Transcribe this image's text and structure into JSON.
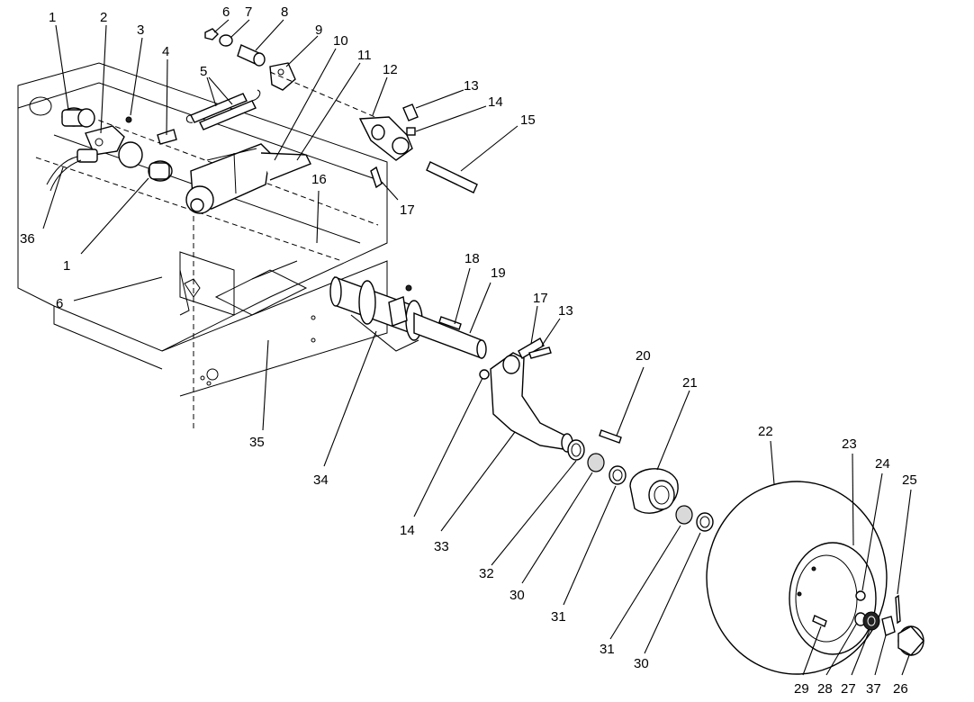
{
  "callouts": [
    "1",
    "2",
    "3",
    "4",
    "5",
    "6",
    "7",
    "8",
    "9",
    "10",
    "11",
    "12",
    "13",
    "14",
    "15",
    "16",
    "17",
    "1",
    "36",
    "6",
    "18",
    "19",
    "17",
    "13",
    "35",
    "34",
    "14",
    "33",
    "20",
    "21",
    "32",
    "30",
    "22",
    "23",
    "24",
    "25",
    "31",
    "31",
    "30",
    "29",
    "28",
    "27",
    "37",
    "26"
  ]
}
